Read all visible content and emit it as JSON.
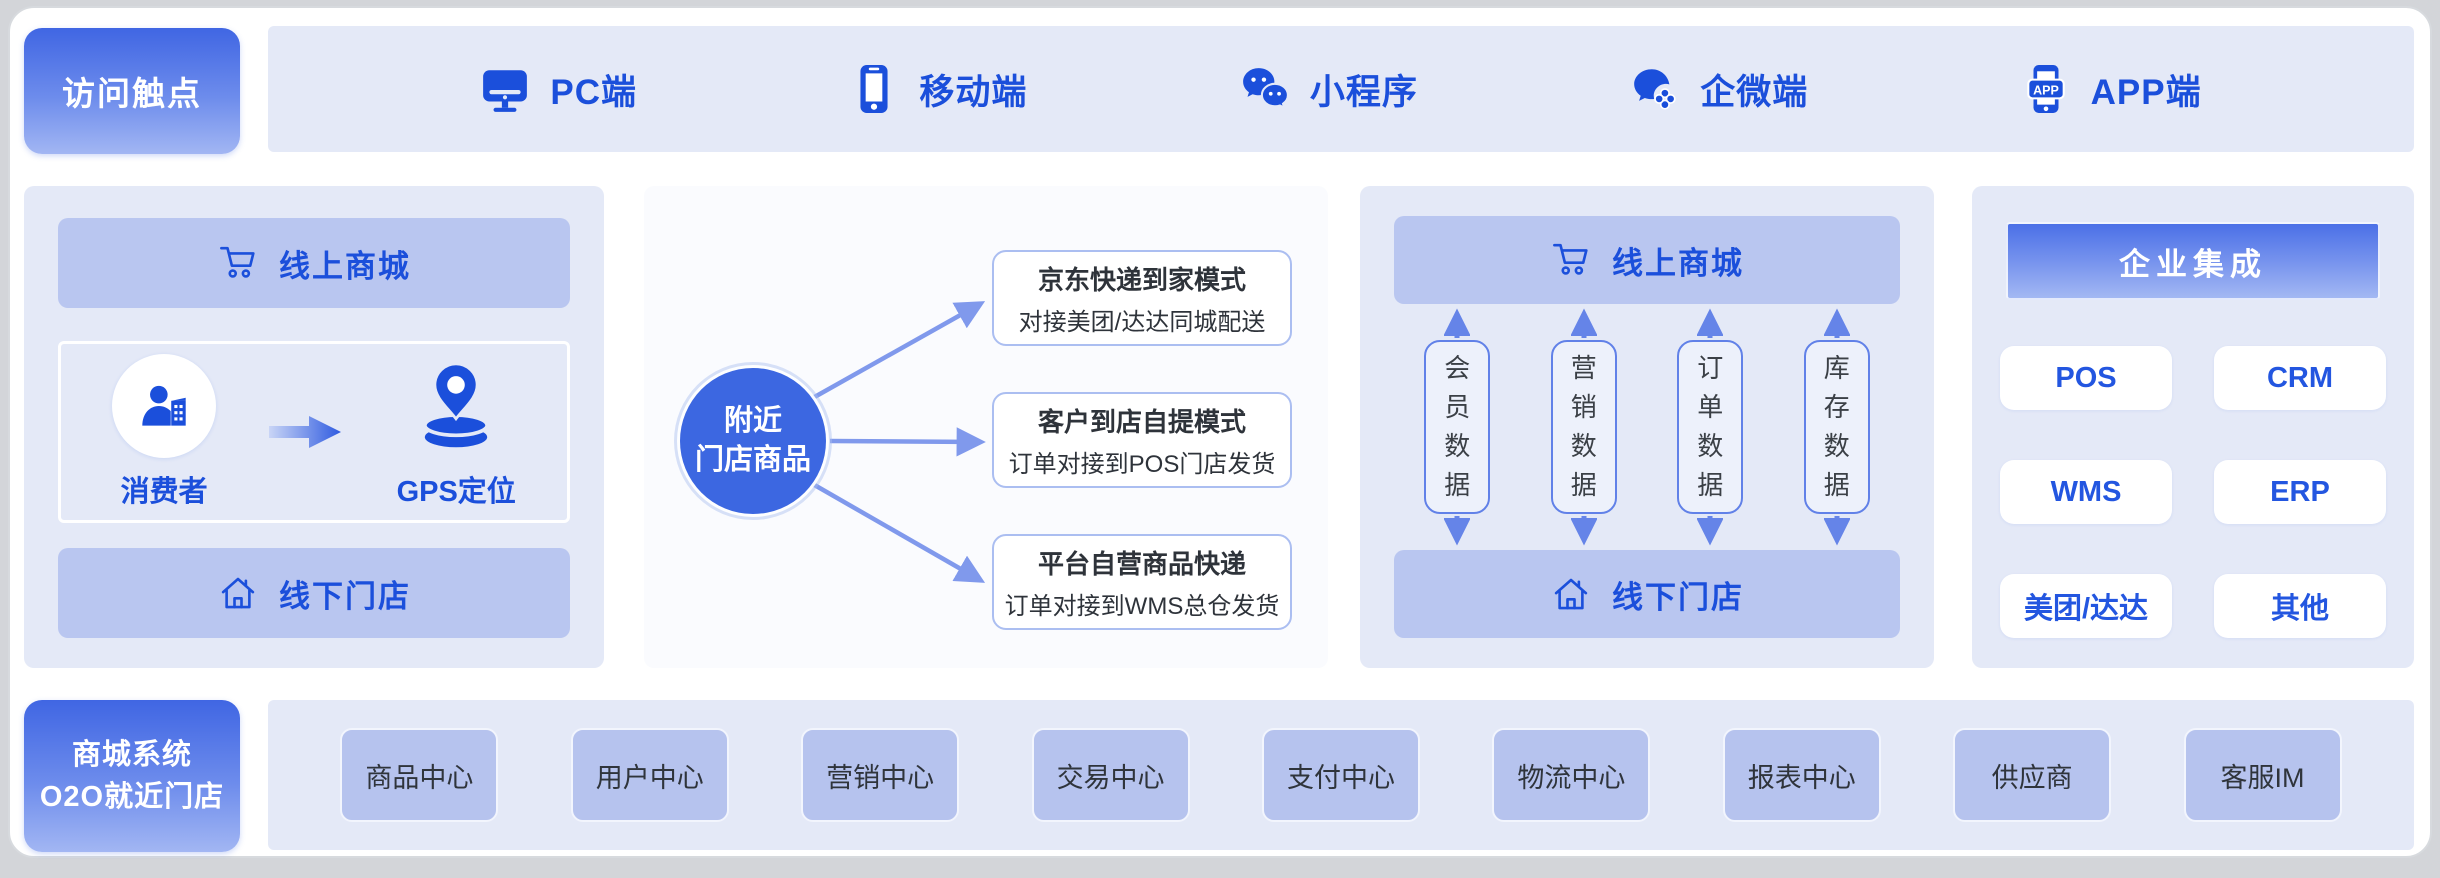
{
  "colors": {
    "accent_blue": "#1b4fdb",
    "panel_bg": "#e4e9f7",
    "bar_fill": "#b9c6f0",
    "hub_circle": "#3c67e1",
    "center_arrow": "#8099ec",
    "sync_arrow": "#6584e8",
    "gradient_start": "#4066e3",
    "gradient_end": "#a2b6f3",
    "dark_text": "#2f343b"
  },
  "top": {
    "label": "访问触点",
    "app_icon_text": "APP",
    "channels": [
      {
        "icon": "desktop-icon",
        "label": "PC端"
      },
      {
        "icon": "mobile-icon",
        "label": "移动端"
      },
      {
        "icon": "wechat-icon",
        "label": "小程序"
      },
      {
        "icon": "wecom-icon",
        "label": "企微端"
      },
      {
        "icon": "app-icon",
        "label": "APP端"
      }
    ]
  },
  "left_panel": {
    "online_mall": "线上商城",
    "consumer": "消费者",
    "gps": "GPS定位",
    "offline_store": "线下门店"
  },
  "center_panel": {
    "hub": {
      "line1": "附近",
      "line2": "门店商品"
    },
    "modes": [
      {
        "title": "京东快递到家模式",
        "subtitle": "对接美团/达达同城配送"
      },
      {
        "title": "客户到店自提模式",
        "subtitle": "订单对接到POS门店发货"
      },
      {
        "title": "平台自营商品快递",
        "subtitle": "订单对接到WMS总仓发货"
      }
    ]
  },
  "sync_panel": {
    "online_mall": "线上商城",
    "data_flows": [
      "会员数据",
      "营销数据",
      "订单数据",
      "库存数据"
    ],
    "offline_store": "线下门店"
  },
  "integration_panel": {
    "title": "企业集成",
    "systems": [
      "POS",
      "CRM",
      "WMS",
      "ERP",
      "美团/达达",
      "其他"
    ]
  },
  "bottom": {
    "label_line1": "商城系统",
    "label_line2": "O2O就近门店",
    "centers": [
      "商品中心",
      "用户中心",
      "营销中心",
      "交易中心",
      "支付中心",
      "物流中心",
      "报表中心",
      "供应商",
      "客服IM"
    ]
  }
}
